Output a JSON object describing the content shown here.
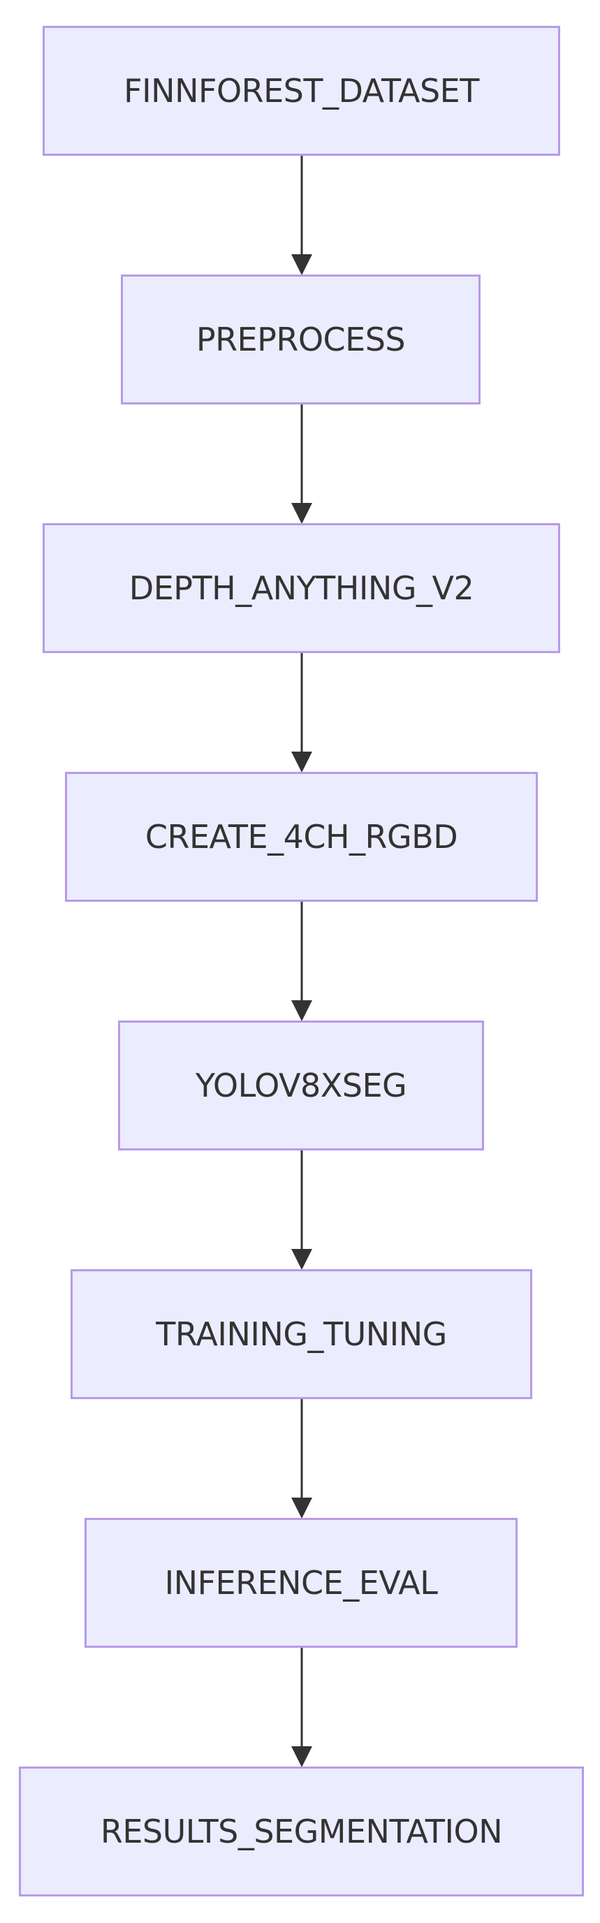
{
  "diagram": {
    "nodes": [
      {
        "label": "FINNFOREST_DATASET"
      },
      {
        "label": "PREPROCESS"
      },
      {
        "label": "DEPTH_ANYTHING_V2"
      },
      {
        "label": "CREATE_4CH_RGBD"
      },
      {
        "label": "YOLOV8XSEG"
      },
      {
        "label": "TRAINING_TUNING"
      },
      {
        "label": "INFERENCE_EVAL"
      },
      {
        "label": "RESULTS_SEGMENTATION"
      }
    ],
    "colors": {
      "node_fill": "#ececff",
      "node_border": "#b79be8",
      "text": "#333333",
      "arrow": "#333333"
    }
  }
}
